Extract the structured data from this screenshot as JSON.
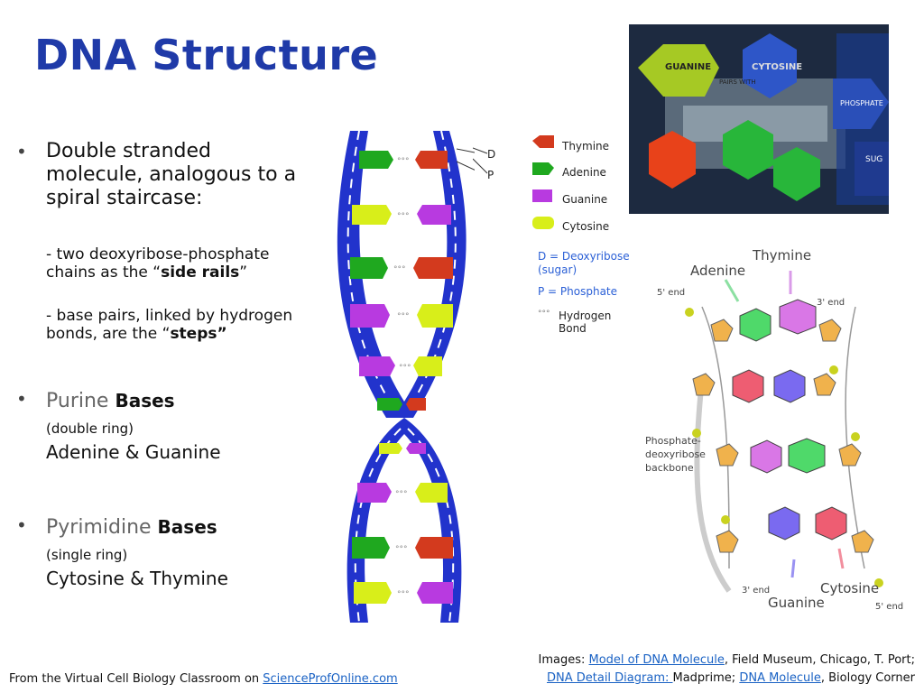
{
  "title": "DNA Structure",
  "bullets": {
    "b1_line1": "Double stranded",
    "b1_line2": "molecule, analogous to a",
    "b1_line3": "spiral staircase:",
    "s1_line1": "- two deoxyribose-phosphate",
    "s1_line2_pre": "chains as the “",
    "s1_line2_bold": "side rails",
    "s1_line2_post": "”",
    "s2_line1": "- base pairs, linked by hydrogen",
    "s2_line2_pre": "bonds, are the “",
    "s2_line2_bold": "steps”",
    "purine_word": "Purine",
    "purine_bases": "Bases",
    "purine_ring": "(double ring)",
    "purine_names": "Adenine & Guanine",
    "pyr_word": "Pyrimidine",
    "pyr_bases": "Bases",
    "pyr_ring": "(single ring)",
    "pyr_names": "Cytosine & Thymine"
  },
  "helix": {
    "label_d": "D",
    "label_p": "P"
  },
  "legend": {
    "thymine": "Thymine",
    "adenine": "Adenine",
    "guanine": "Guanine",
    "cytosine": "Cytosine",
    "d_line1": "D = Deoxyribose",
    "d_line2": "(sugar)",
    "p_line": "P = Phosphate",
    "h_line1": "Hydrogen",
    "h_line2": "Bond",
    "colors": {
      "thymine": "#d33a1e",
      "adenine": "#1fa81f",
      "guanine": "#b83ae0",
      "cytosine": "#d8ee1a",
      "backbone": "#2233cc"
    }
  },
  "photo": {
    "guanine": "GUANINE",
    "cytosine": "CYTOSINE",
    "pairs_with": "PAIRS WITH",
    "phosphate": "PHOSPHATE",
    "sug": "SUG"
  },
  "molecule": {
    "adenine": "Adenine",
    "thymine": "Thymine",
    "five_end_top": "5' end",
    "three_end_top": "3' end",
    "backbone1": "Phosphate-",
    "backbone2": "deoxyribose",
    "backbone3": "backbone",
    "three_end_bottom": "3' end",
    "guanine": "Guanine",
    "cytosine": "Cytosine",
    "five_end_bottom": "5' end"
  },
  "credits": {
    "line1_pre": "Images: ",
    "link1": "Model of DNA Molecule",
    "line1_post": ", Field Museum, Chicago, T. Port;",
    "link2": "DNA Detail Diagram: ",
    "line2_mid": "Madprime; ",
    "link3": "DNA Molecule",
    "line2_post": ", Biology Corner"
  },
  "footer": {
    "pre": "From the  Virtual Cell Biology Classroom on ",
    "link": "ScienceProfOnline.com"
  }
}
